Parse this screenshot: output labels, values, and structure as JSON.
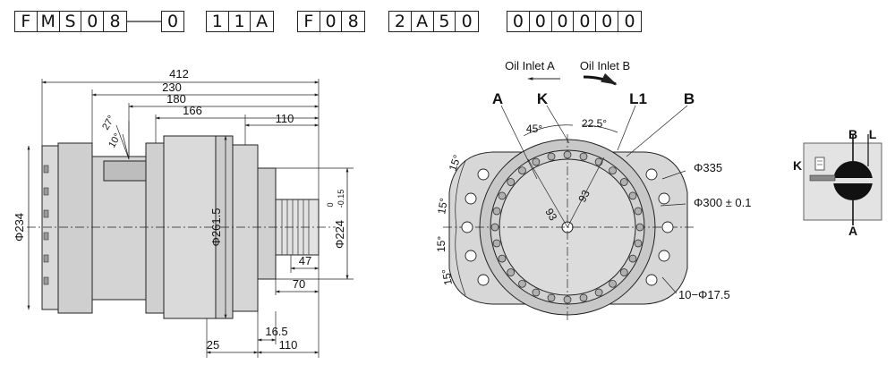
{
  "model_code": {
    "groups": [
      {
        "chars": [
          "F",
          "M",
          "S",
          "0",
          "8"
        ]
      },
      {
        "chars": [
          "0"
        ]
      },
      {
        "chars": [
          "1",
          "1",
          "A"
        ]
      },
      {
        "chars": [
          "F",
          "0",
          "8"
        ]
      },
      {
        "chars": [
          "2",
          "A",
          "5",
          "0"
        ]
      },
      {
        "chars": [
          "0",
          "0",
          "0",
          "0",
          "0",
          "0"
        ]
      }
    ]
  },
  "side_view": {
    "dim_412": "412",
    "dim_230": "230",
    "dim_180": "180",
    "dim_166": "166",
    "dim_110_top": "110",
    "angle_27": "27°",
    "angle_10": "10°",
    "dia_234": "Φ234",
    "dia_261": "Φ261.5",
    "dia_224": "Φ224",
    "tol_224_upper": "0",
    "tol_224_lower": "-0.15",
    "dim_47": "47",
    "dim_70": "70",
    "dim_16_5": "16.5",
    "dim_25": "25",
    "dim_110_bottom": "110"
  },
  "front_view": {
    "oil_inlet_a": "Oil Inlet A",
    "oil_inlet_b": "Oil Inlet B",
    "port_a": "A",
    "port_k": "K",
    "port_l1": "L1",
    "port_b": "B",
    "angle_45": "45°",
    "angle_22_5": "22.5°",
    "angle_15_1": "15°",
    "angle_15_2": "15°",
    "angle_15_3": "15°",
    "angle_15_4": "15°",
    "dim_93_a": "93",
    "dim_93_b": "93",
    "dia_335": "Φ335",
    "dia_300": "Φ300 ± 0.1",
    "holes": "10−Φ17.5"
  },
  "schematic": {
    "label_b": "B",
    "label_l": "L",
    "label_k": "K",
    "label_a": "A"
  },
  "colors": {
    "line": "#222222",
    "body_fill": "#d9d9d9",
    "dark_fill": "#bdbdbd",
    "arrow_b": "#111111",
    "schematic_bg": "#e3e3e3"
  }
}
